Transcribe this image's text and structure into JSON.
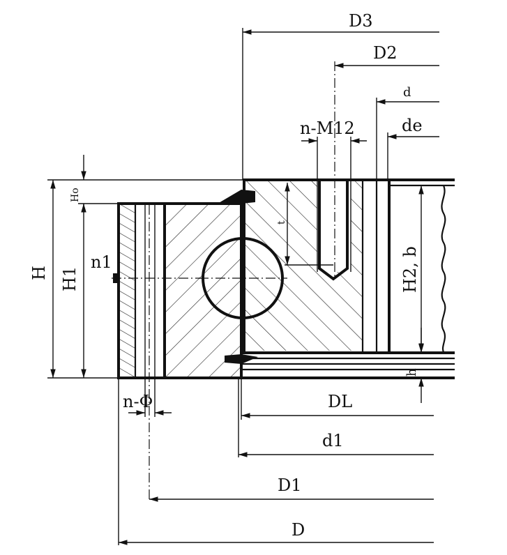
{
  "drawing": {
    "labels": {
      "D3": "D3",
      "D2": "D2",
      "d": "d",
      "de": "de",
      "nM12": "n-M12",
      "H": "H",
      "H1": "H1",
      "Ho": "Ho",
      "n1": "n1",
      "t": "t",
      "H2b": "H2, b",
      "h": "h",
      "nPhi": "n-Φ",
      "DL": "DL",
      "d1": "d1",
      "D1": "D1",
      "D": "D"
    }
  }
}
